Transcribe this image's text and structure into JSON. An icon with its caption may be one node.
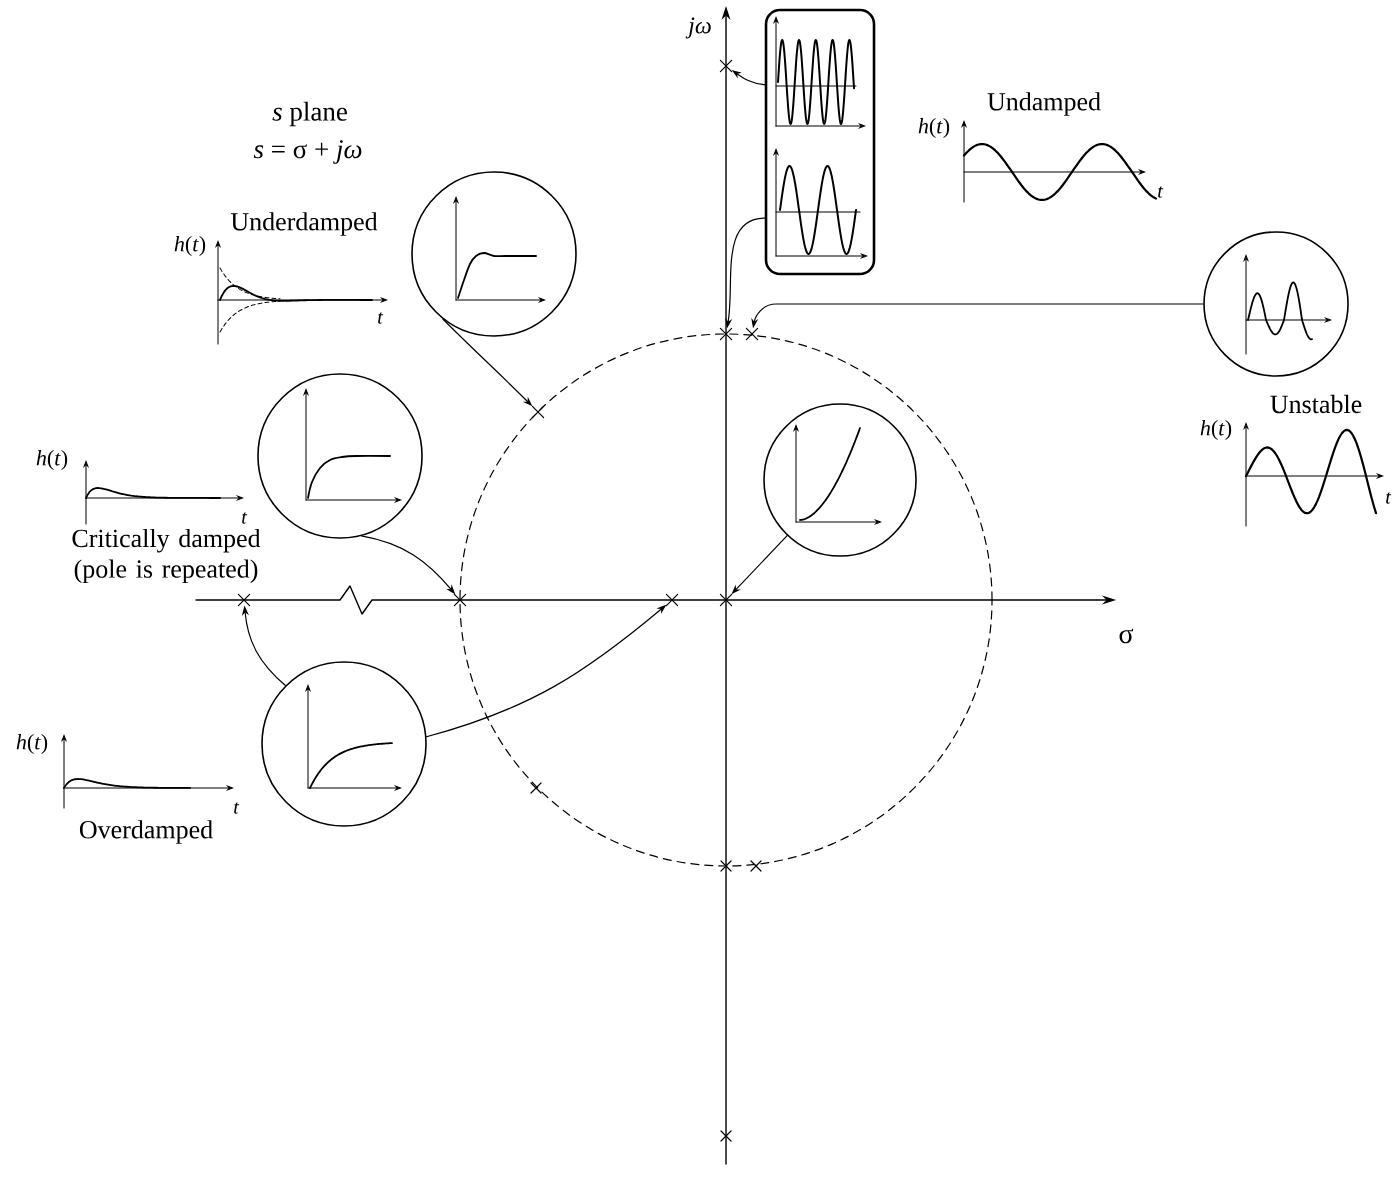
{
  "diagram": {
    "nodes": [
      {
        "text": [],
        "shape": "box"
      },
      {
        "text": [],
        "shape": "cross"
      },
      {
        "text": [],
        "shape": "circle"
      },
      {
        "text": [],
        "shape": "circle"
      },
      {
        "text": [],
        "shape": "cross"
      },
      {
        "text": [],
        "shape": "cross"
      },
      {
        "text": [],
        "shape": "cross"
      },
      {
        "text": [],
        "shape": "circle"
      },
      {
        "text": [],
        "shape": "circle"
      },
      {
        "text": [],
        "shape": "cross"
      },
      {
        "text": [],
        "shape": "cross"
      },
      {
        "text": [],
        "shape": "cross"
      },
      {
        "text": [],
        "shape": "cross"
      },
      {
        "text": [],
        "shape": "circle"
      }
    ],
    "edges": [
      {
        "from": 0,
        "to": 1,
        "arrow": "to"
      },
      {
        "from": 0,
        "to": 4,
        "arrow": "to"
      },
      {
        "from": 2,
        "to": 6,
        "arrow": "to"
      },
      {
        "from": 3,
        "to": 5,
        "arrow": "to"
      },
      {
        "from": 7,
        "to": 12,
        "arrow": "to"
      },
      {
        "from": 8,
        "to": 10,
        "arrow": "to"
      },
      {
        "from": 13,
        "to": 9,
        "arrow": "to"
      },
      {
        "from": 13,
        "to": 11,
        "arrow": "to"
      }
    ],
    "labels": [
      "*s* plane",
      "*s* = σ + *jω*",
      "jω",
      "Undamped",
      "*h*(*t*)",
      "t",
      "Underdamped",
      "*h*(*t*)",
      "t",
      "Unstable",
      "*h*(*t*)",
      "t",
      "*h*(*t*)",
      "t",
      "Critically damped (pole is repeated)",
      "σ",
      "*h*(*t*)",
      "t",
      "Overdamped"
    ]
  }
}
